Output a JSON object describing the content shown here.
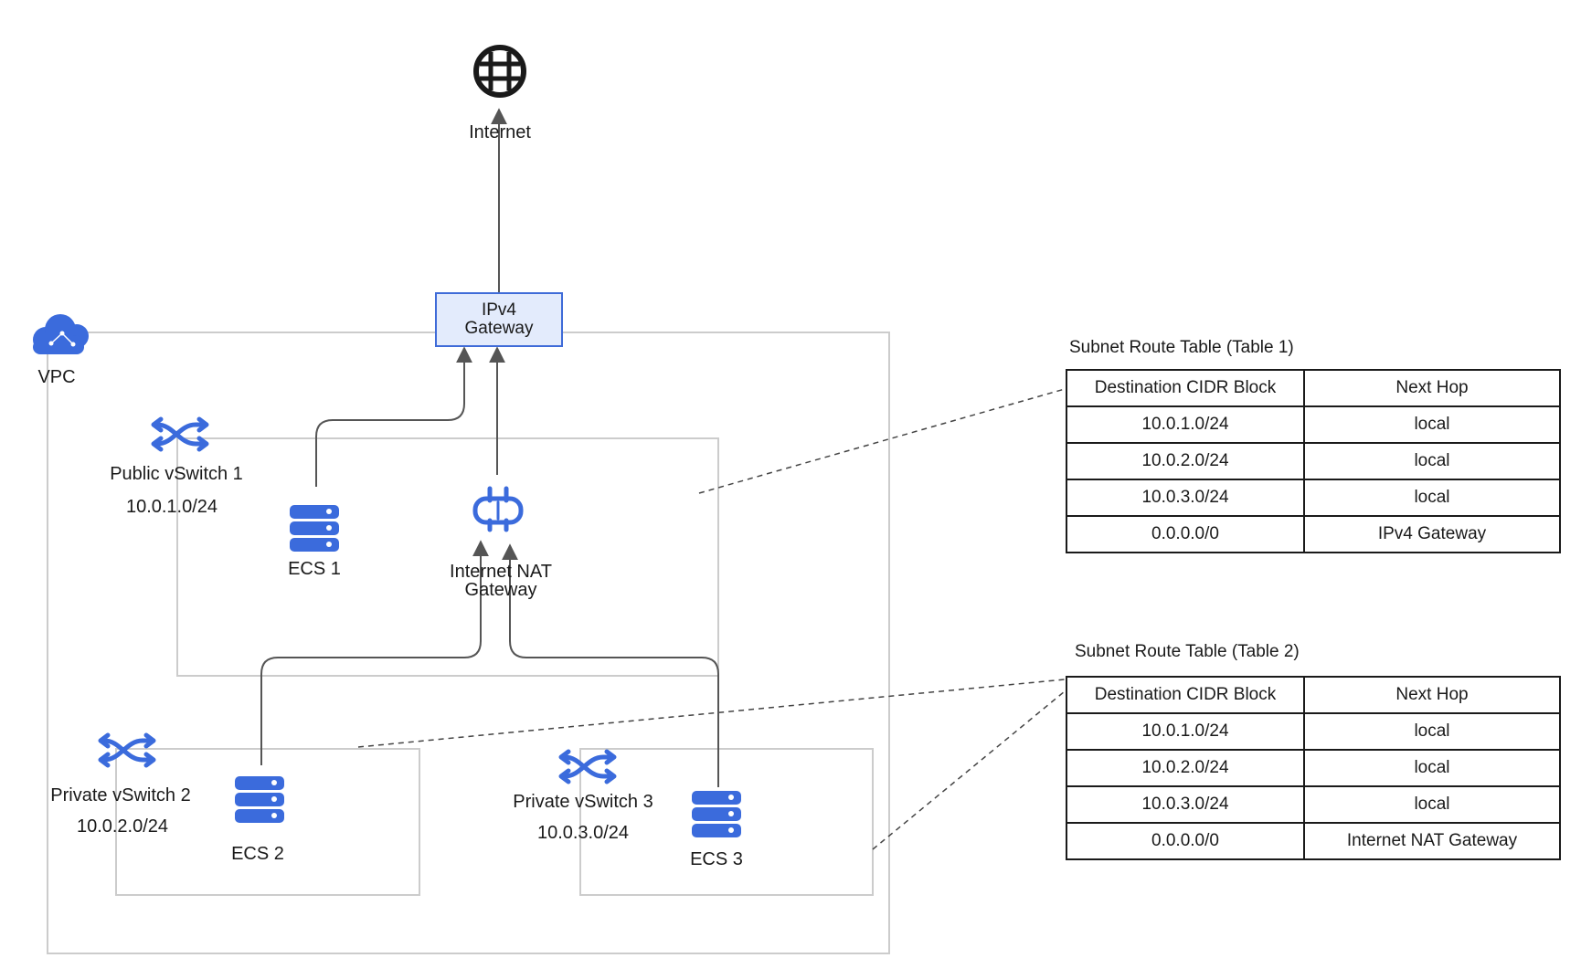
{
  "nodes": {
    "internet": {
      "label": "Internet",
      "icon": "globe-icon"
    },
    "ipv4_gateway": {
      "label": "IPv4\nGateway"
    },
    "vpc": {
      "label": "VPC",
      "icon": "cloud-network-icon"
    },
    "public_vswitch_1": {
      "label": "Public vSwitch 1",
      "cidr": "10.0.1.0/24",
      "icon": "switch-icon"
    },
    "private_vswitch_2": {
      "label": "Private vSwitch 2",
      "cidr": "10.0.2.0/24",
      "icon": "switch-icon"
    },
    "private_vswitch_3": {
      "label": "Private vSwitch 3",
      "cidr": "10.0.3.0/24",
      "icon": "switch-icon"
    },
    "ecs1": {
      "label": "ECS 1",
      "icon": "server-icon"
    },
    "ecs2": {
      "label": "ECS 2",
      "icon": "server-icon"
    },
    "ecs3": {
      "label": "ECS 3",
      "icon": "server-icon"
    },
    "nat_gateway": {
      "label": "Internet NAT\nGateway",
      "icon": "nat-gateway-icon"
    }
  },
  "tables": [
    {
      "title": "Subnet Route Table (Table 1)",
      "headers": [
        "Destination CIDR Block",
        "Next Hop"
      ],
      "rows": [
        [
          "10.0.1.0/24",
          "local"
        ],
        [
          "10.0.2.0/24",
          "local"
        ],
        [
          "10.0.3.0/24",
          "local"
        ],
        [
          "0.0.0.0/0",
          "IPv4 Gateway"
        ]
      ]
    },
    {
      "title": "Subnet Route Table (Table 2)",
      "headers": [
        "Destination CIDR Block",
        "Next Hop"
      ],
      "rows": [
        [
          "10.0.1.0/24",
          "local"
        ],
        [
          "10.0.2.0/24",
          "local"
        ],
        [
          "10.0.3.0/24",
          "local"
        ],
        [
          "0.0.0.0/0",
          "Internet NAT Gateway"
        ]
      ]
    }
  ],
  "colors": {
    "accent": "#3b6bdc",
    "gateway_fill": "#e3ebfc",
    "line": "#555555",
    "border": "#cccccc"
  }
}
